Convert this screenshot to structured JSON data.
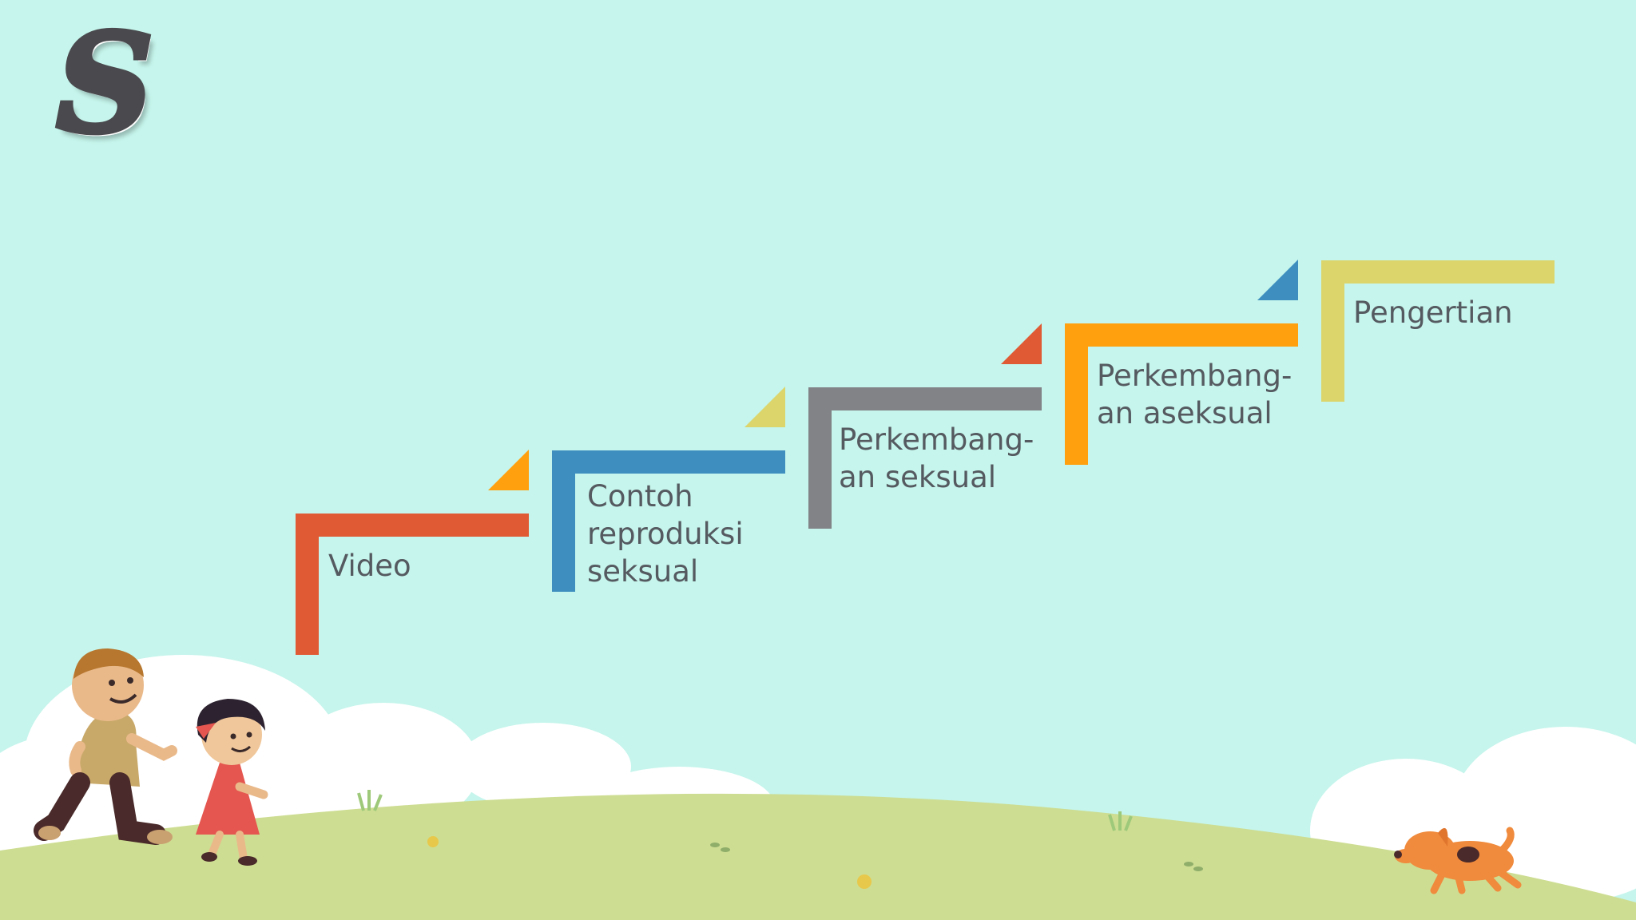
{
  "logo": {
    "letter": "S"
  },
  "steps": [
    {
      "label": "Video",
      "color": "#e05a34"
    },
    {
      "label": "Contoh\nreproduksi\nseksual",
      "color": "#3e8fbf"
    },
    {
      "label": "Perkembang-\nan seksual",
      "color": "#828387"
    },
    {
      "label": "Perkembang-\nan aseksual",
      "color": "#ffa00e"
    },
    {
      "label": "Pengertian",
      "color": "#dcd56c"
    }
  ],
  "colors": {
    "sky": "#c5f5ec",
    "grass": "#cddd92",
    "cloud": "#ffffff"
  }
}
